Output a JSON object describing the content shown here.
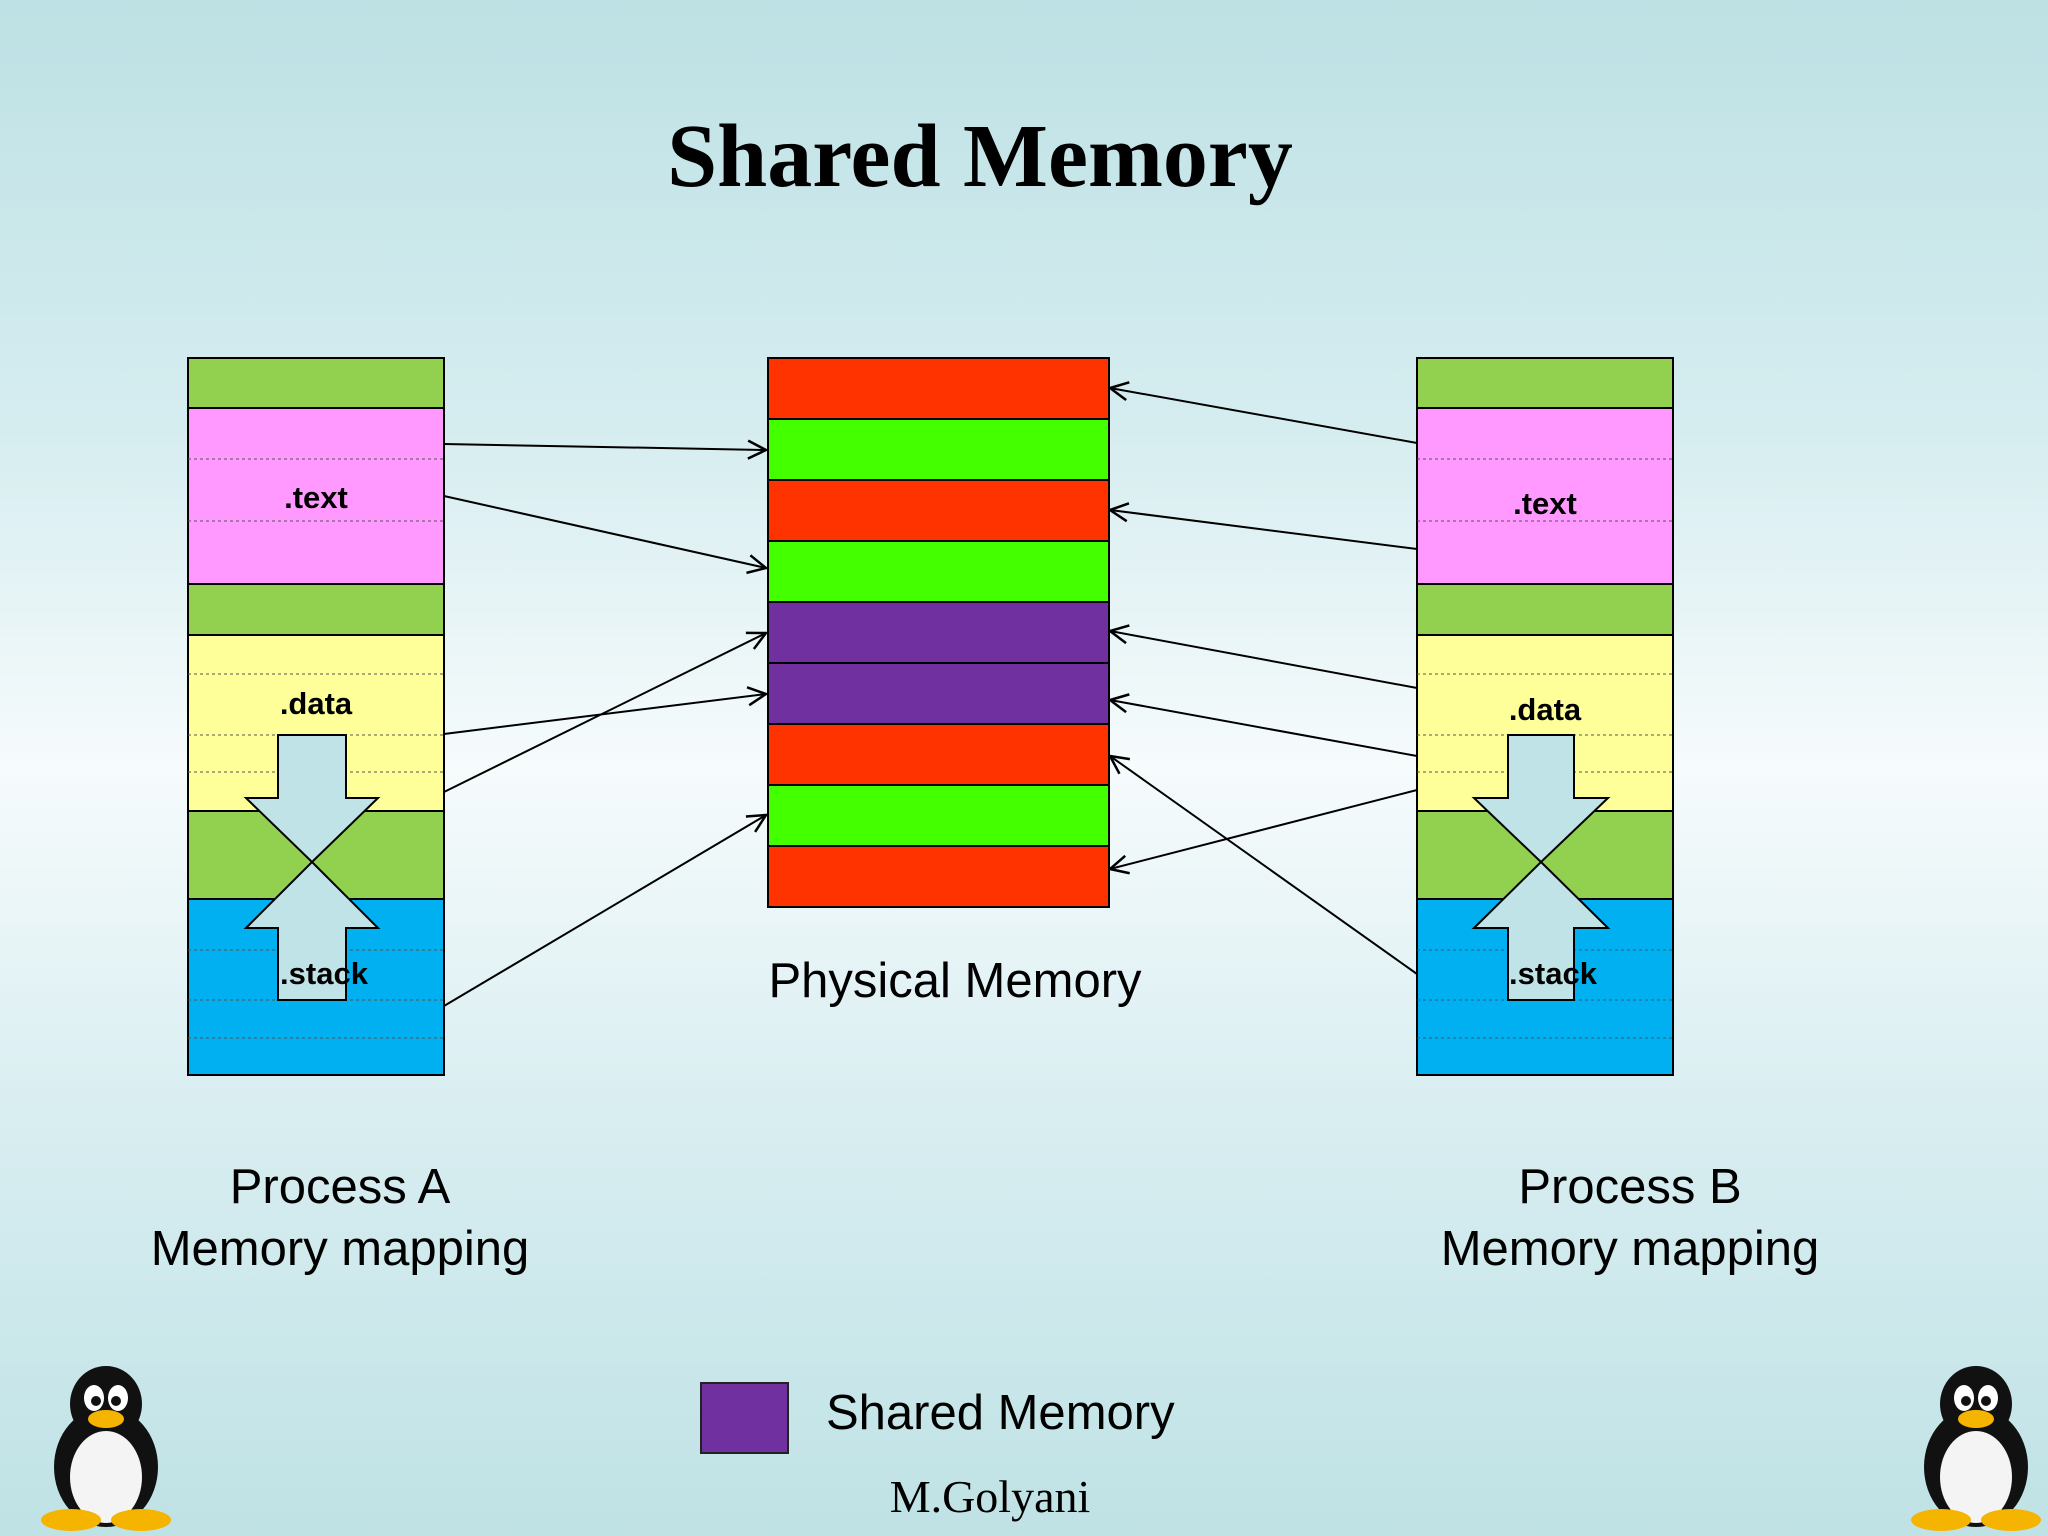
{
  "slide": {
    "title": "Shared Memory",
    "author": "M.Golyani"
  },
  "process_a": {
    "caption_line1": "Process A",
    "caption_line2": "Memory mapping",
    "segments": [
      ".text",
      ".data",
      ".stack"
    ]
  },
  "process_b": {
    "caption_line1": "Process B",
    "caption_line2": "Memory mapping",
    "segments": [
      ".text",
      ".data",
      ".stack"
    ]
  },
  "physical_memory": {
    "label": "Physical Memory",
    "blocks": [
      "red",
      "green",
      "red",
      "green",
      "purple",
      "purple",
      "red",
      "green",
      "red"
    ]
  },
  "legend": {
    "label": "Shared Memory",
    "color": "#7030a0"
  },
  "colors": {
    "red": "#ff3300",
    "green": "#44ff00",
    "purple": "#7030a0",
    "text_segment": "#ff99ff",
    "data_segment": "#ffff99",
    "stack_segment": "#00b0f0",
    "gap": "#92d050"
  }
}
